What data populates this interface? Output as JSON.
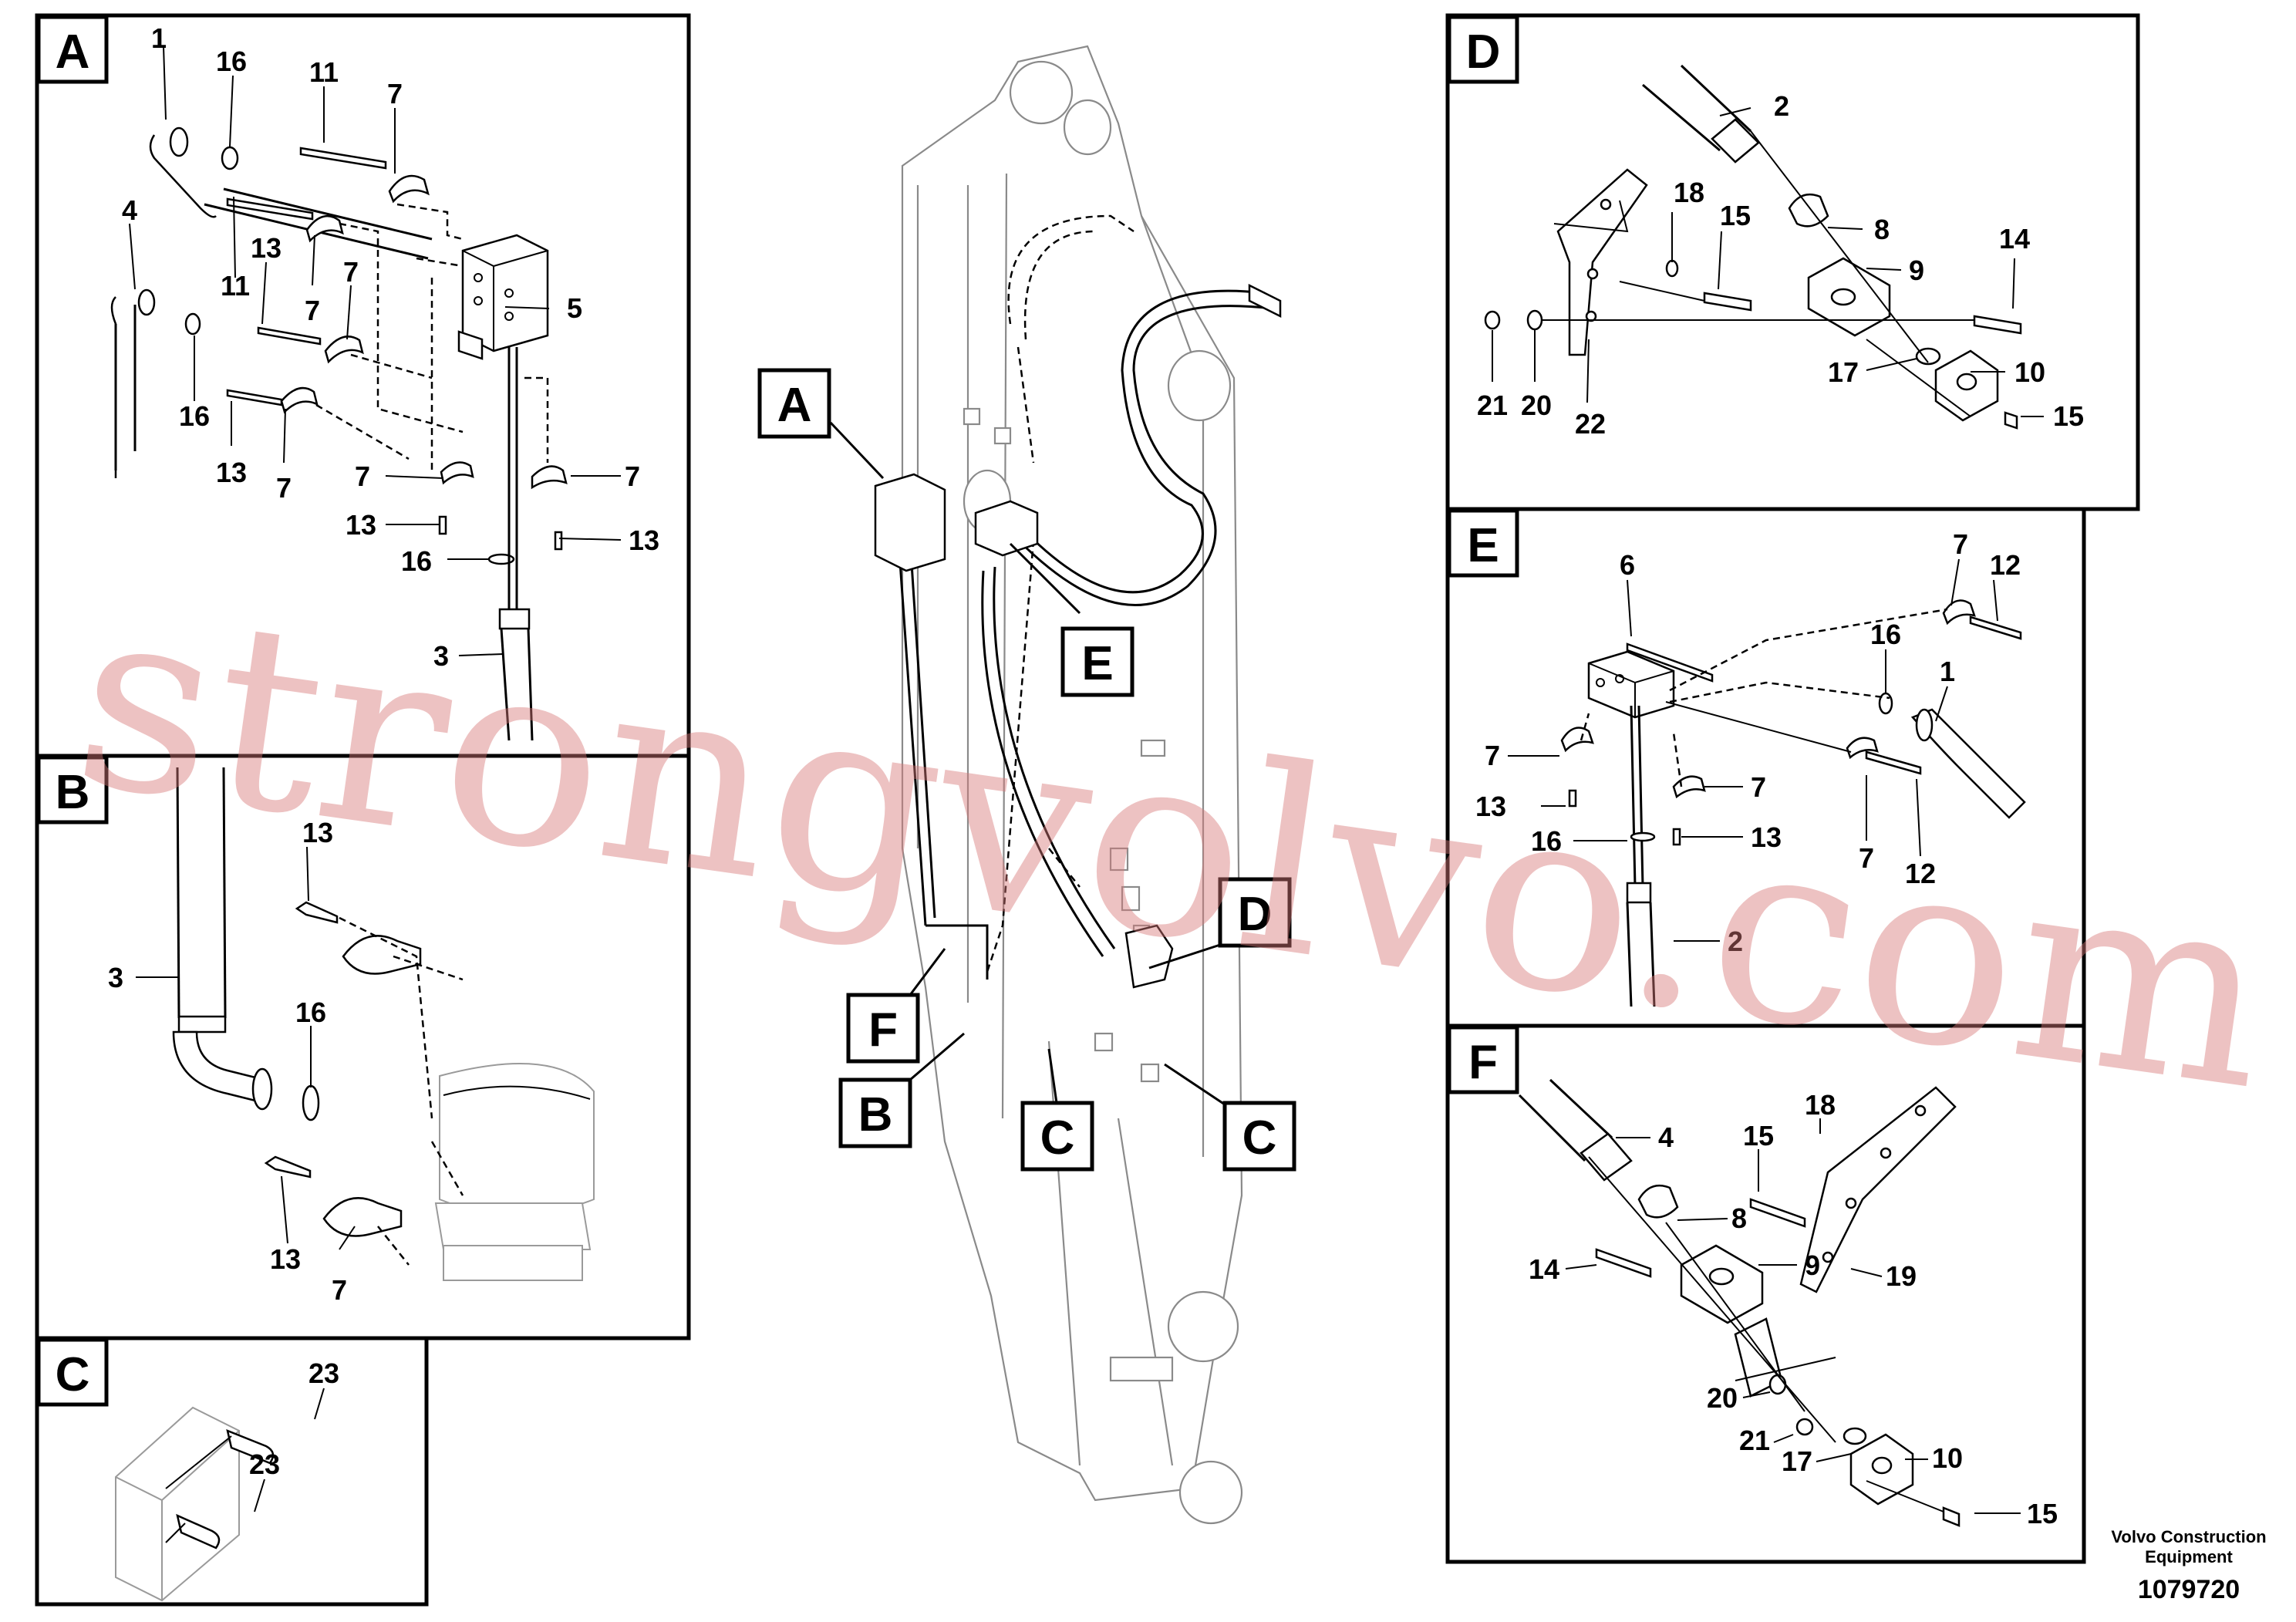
{
  "panels": {
    "A": {
      "tag": "A",
      "labels": [
        "1",
        "16",
        "11",
        "7",
        "4",
        "13",
        "11",
        "7",
        "7",
        "5",
        "16",
        "13",
        "7",
        "7",
        "7",
        "13",
        "13",
        "16",
        "3"
      ]
    },
    "B": {
      "tag": "B",
      "labels": [
        "13",
        "3",
        "16",
        "13",
        "7"
      ]
    },
    "C": {
      "tag": "C",
      "labels": [
        "23",
        "23"
      ]
    },
    "D": {
      "tag": "D",
      "labels": [
        "2",
        "18",
        "15",
        "8",
        "9",
        "14",
        "21",
        "20",
        "22",
        "17",
        "10",
        "15"
      ]
    },
    "E": {
      "tag": "E",
      "labels": [
        "6",
        "7",
        "12",
        "16",
        "1",
        "7",
        "13",
        "7",
        "16",
        "13",
        "7",
        "12",
        "2"
      ]
    },
    "F": {
      "tag": "F",
      "labels": [
        "4",
        "15",
        "18",
        "8",
        "14",
        "9",
        "19",
        "20",
        "21",
        "17",
        "10",
        "15"
      ]
    }
  },
  "overview_callouts": [
    "A",
    "E",
    "D",
    "F",
    "B",
    "C",
    "C"
  ],
  "watermark": "strongvolvo.com",
  "footer": {
    "credit_line1": "Volvo Construction",
    "credit_line2": "Equipment",
    "doc_number": "1079720"
  }
}
